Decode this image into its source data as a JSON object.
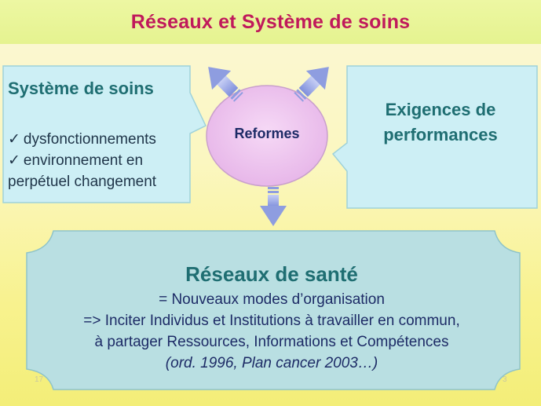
{
  "title": "Réseaux et Système de soins",
  "left_box": {
    "title": "Système de soins",
    "items": [
      "dysfonctionnements",
      "environnement en",
      "perpétuel changement"
    ]
  },
  "center": {
    "label": "Reformes"
  },
  "right_box": {
    "line1": "Exigences de",
    "line2": "performances"
  },
  "bottom_box": {
    "title": "Réseaux de santé",
    "line1": "= Nouveaux modes d’organisation",
    "line2": "=> Inciter Individus et Institutions à travailler en commun,",
    "line3": "à partager Ressources, Informations et Compétences",
    "line4": "(ord. 1996, Plan cancer 2003…)"
  },
  "footer": {
    "left_number": "17",
    "right_number": "3"
  },
  "colors": {
    "title": "#c0195b",
    "box_fill": "#cdeff5",
    "bottom_fill": "#b9dfe2",
    "ellipse_fill": "#eec3ee",
    "arrow_fill": "#9aa6e6",
    "heading": "#1f6e72"
  }
}
